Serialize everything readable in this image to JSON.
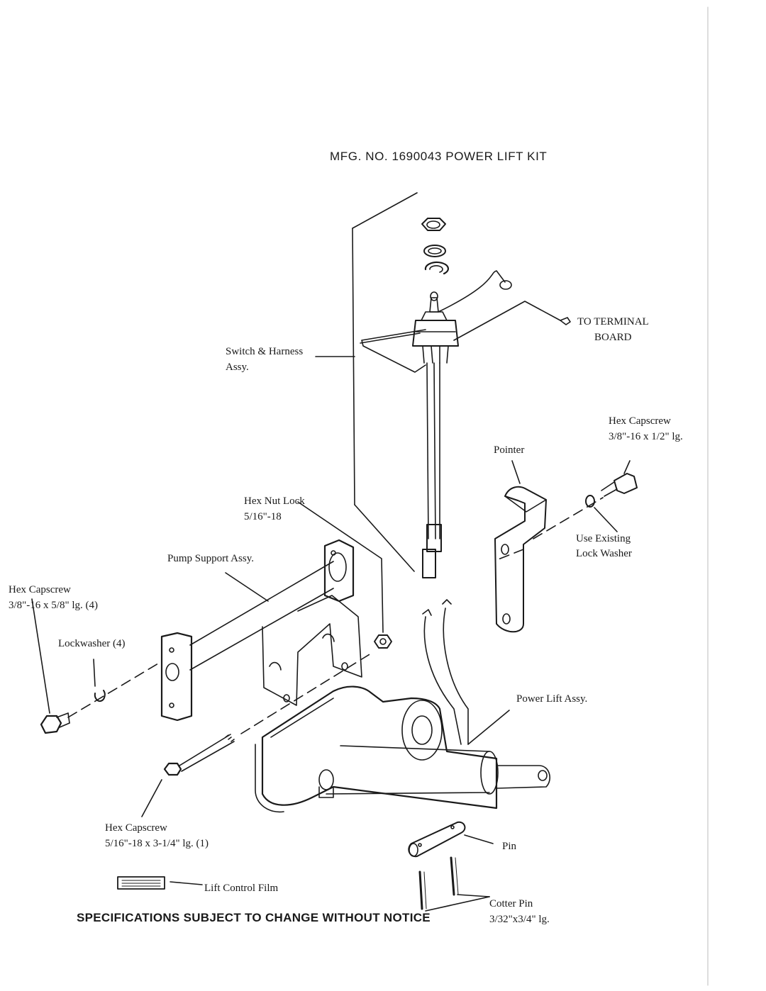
{
  "title": "MFG. NO. 1690043 POWER LIFT KIT",
  "labels": {
    "to_terminal_board_line1": "TO TERMINAL",
    "to_terminal_board_line2": "BOARD",
    "switch_harness_line1": "Switch & Harness",
    "switch_harness_line2": "Assy.",
    "hex_capscrew_top_line1": "Hex Capscrew",
    "hex_capscrew_top_line2": "3/8\"-16 x 1/2\" lg.",
    "pointer": "Pointer",
    "hex_nut_lock_line1": "Hex Nut Lock",
    "hex_nut_lock_line2": "5/16\"-18",
    "use_existing_line1": "Use Existing",
    "use_existing_line2": "Lock Washer",
    "pump_support": "Pump Support Assy.",
    "hex_capscrew_left_line1": "Hex Capscrew",
    "hex_capscrew_left_line2": "3/8\"-16 x 5/8\" lg. (4)",
    "lockwasher": "Lockwasher (4)",
    "power_lift_assy": "Power Lift Assy.",
    "hex_capscrew_bottom_line1": "Hex Capscrew",
    "hex_capscrew_bottom_line2": "5/16\"-18 x 3-1/4\" lg. (1)",
    "pin": "Pin",
    "lift_control_film": "Lift Control Film",
    "cotter_pin_line1": "Cotter Pin",
    "cotter_pin_line2": "3/32\"x3/4\" lg."
  },
  "footer_note": "SPECIFICATIONS SUBJECT TO CHANGE WITHOUT NOTICE"
}
